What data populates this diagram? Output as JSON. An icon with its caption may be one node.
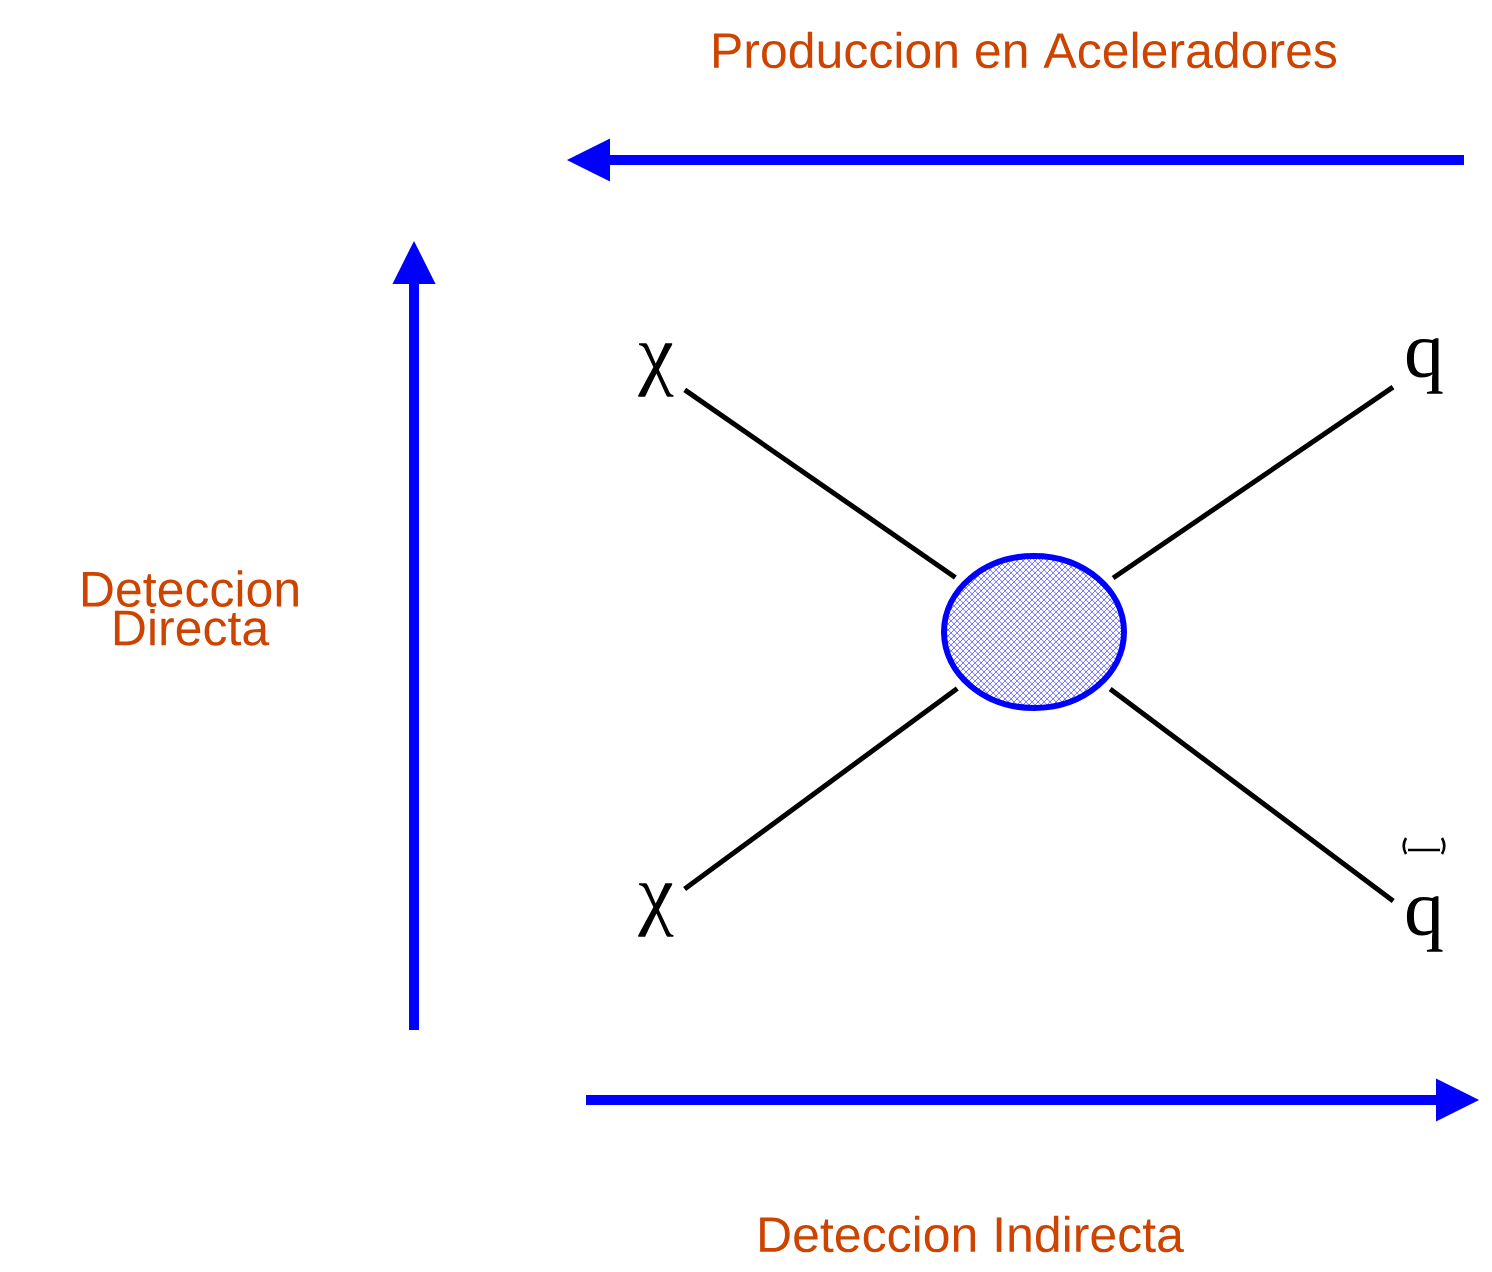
{
  "diagram": {
    "nodes": [
      {
        "text": [
          "χ"
        ]
      },
      {
        "text": [
          "q"
        ]
      },
      {
        "text": [],
        "shape": "circle"
      },
      {
        "text": [
          "χ"
        ]
      },
      {
        "text": [
          "q"
        ]
      }
    ],
    "edges": [
      {
        "from": 0,
        "to": 2,
        "arrow": "none"
      },
      {
        "from": 2,
        "to": 1,
        "arrow": "none"
      },
      {
        "from": 3,
        "to": 2,
        "arrow": "none"
      },
      {
        "from": 2,
        "to": 4,
        "arrow": "none"
      }
    ],
    "labels": [
      "Produccion en Aceleradores",
      "Deteccion Directa",
      "Deteccion Indirecta"
    ]
  }
}
